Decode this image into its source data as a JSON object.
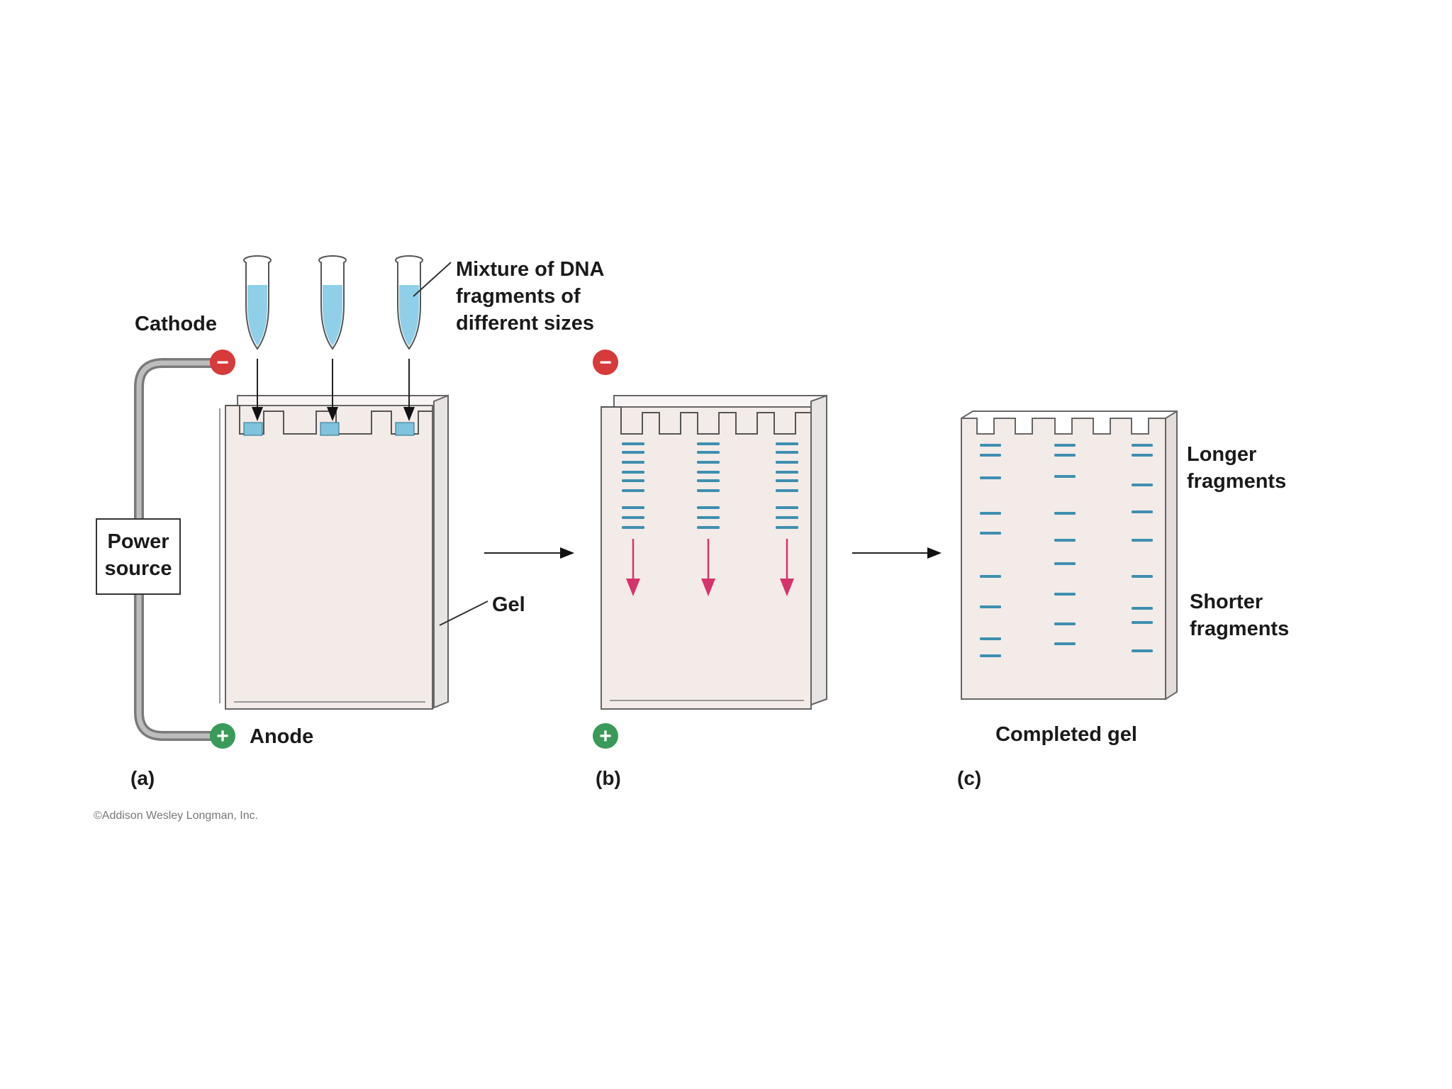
{
  "labels": {
    "cathode": "Cathode",
    "anode": "Anode",
    "power_line1": "Power",
    "power_line2": "source",
    "mixture_line1": "Mixture of DNA",
    "mixture_line2": "fragments of",
    "mixture_line3": "different sizes",
    "gel": "Gel",
    "longer_line1": "Longer",
    "longer_line2": "fragments",
    "shorter_line1": "Shorter",
    "shorter_line2": "fragments",
    "completed_gel": "Completed gel",
    "panel_a": "(a)",
    "panel_b": "(b)",
    "panel_c": "(c)",
    "copyright": "©Addison Wesley Longman, Inc."
  },
  "terminals": {
    "negative_symbol": "−",
    "positive_symbol": "+"
  },
  "colors": {
    "gel_fill": "#f3ebe8",
    "band": "#3e8fb0",
    "sample_liquid": "#8fd0e8",
    "migration_arrow": "#d6336c",
    "cathode": "#d63a3a",
    "anode": "#3a9a5a",
    "wire": "#9a9a9a"
  },
  "lanes_count": 3
}
